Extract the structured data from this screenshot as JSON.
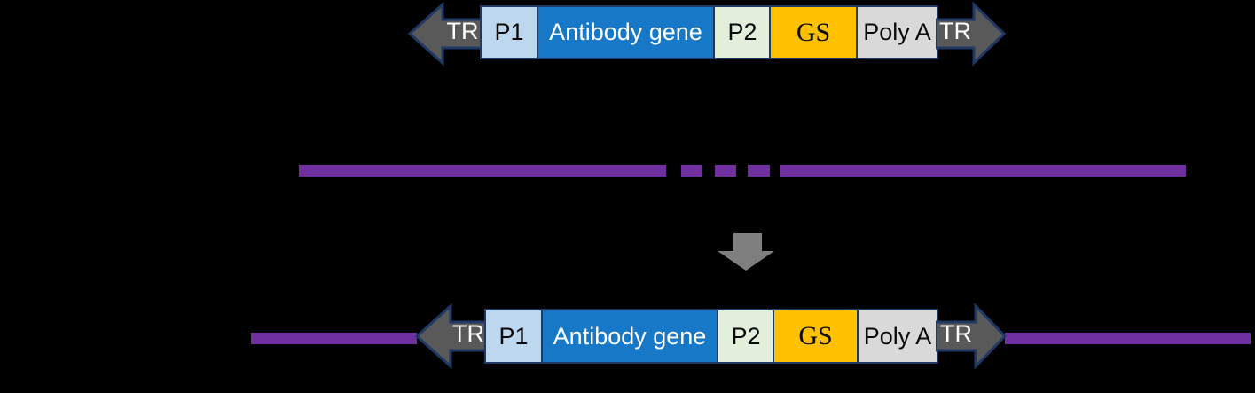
{
  "diagram": {
    "top_construct": {
      "tr_left": "TR",
      "p1": "P1",
      "antibody_gene": "Antibody gene",
      "p2": "P2",
      "gs": "GS",
      "poly_a": "Poly A",
      "tr_right": "TR"
    },
    "bottom_construct": {
      "tr_left": "TR",
      "p1": "P1",
      "antibody_gene": "Antibody gene",
      "p2": "P2",
      "gs": "GS",
      "poly_a": "Poly A",
      "tr_right": "TR"
    },
    "colors": {
      "background": "#000000",
      "outline_navy": "#1f3864",
      "tr_arrow_gray": "#595959",
      "p1_light_blue": "#bdd7ee",
      "antibody_gene_blue": "#1878c8",
      "p2_light_green": "#e2efda",
      "gs_amber": "#ffc000",
      "poly_a_gray": "#d9d9d9",
      "genome_line_purple": "#7030a0",
      "down_arrow_gray": "#7f7f7f"
    }
  }
}
